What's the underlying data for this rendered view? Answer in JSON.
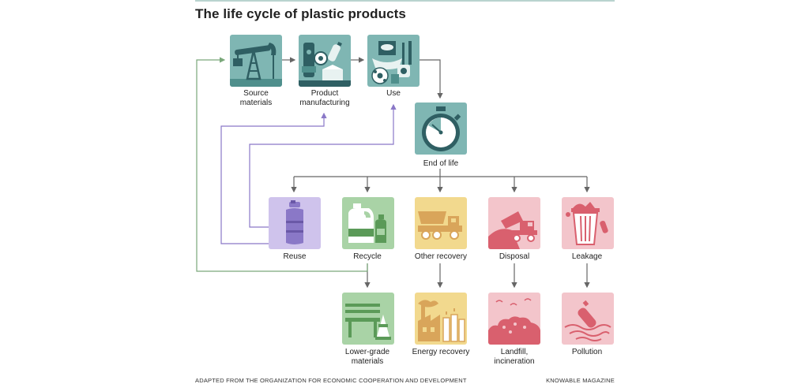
{
  "title": "The life cycle of plastic products",
  "nodes": {
    "source": {
      "label1": "Source",
      "label2": "materials"
    },
    "manufacturing": {
      "label1": "Product",
      "label2": "manufacturing"
    },
    "use": {
      "label1": "Use"
    },
    "end_of_life": {
      "label1": "End of life"
    },
    "reuse": {
      "label1": "Reuse"
    },
    "recycle": {
      "label1": "Recycle"
    },
    "other_recovery": {
      "label1": "Other recovery"
    },
    "disposal": {
      "label1": "Disposal"
    },
    "leakage": {
      "label1": "Leakage"
    },
    "lower_grade": {
      "label1": "Lower-grade",
      "label2": "materials"
    },
    "energy_recovery": {
      "label1": "Energy recovery"
    },
    "landfill": {
      "label1": "Landfill,",
      "label2": "incineration"
    },
    "pollution": {
      "label1": "Pollution"
    }
  },
  "footer": {
    "source_note": "ADAPTED FROM THE ORGANIZATION FOR ECONOMIC COOPERATION AND DEVELOPMENT",
    "credit": "KNOWABLE MAGAZINE"
  },
  "colors": {
    "teal": "#7fb6b3",
    "purple": "#cfc3ec",
    "green": "#a9d3a6",
    "yellow": "#f2d98e",
    "pink": "#f3c5cb",
    "arrow_gray": "#666666",
    "arrow_purple": "#8a78c7",
    "arrow_green": "#7aa87a"
  },
  "icons": {
    "source": "oil-pump-icon",
    "manufacturing": "factory-machine-icon",
    "use": "consumer-goods-icon",
    "end_of_life": "stopwatch-icon",
    "reuse": "water-bottle-icon",
    "recycle": "jug-icon",
    "other_recovery": "dump-truck-icon",
    "disposal": "landfill-truck-icon",
    "leakage": "trash-can-icon",
    "lower_grade": "bench-cone-icon",
    "energy_recovery": "power-plant-icon",
    "landfill": "garbage-pile-icon",
    "pollution": "floating-bottle-icon"
  }
}
